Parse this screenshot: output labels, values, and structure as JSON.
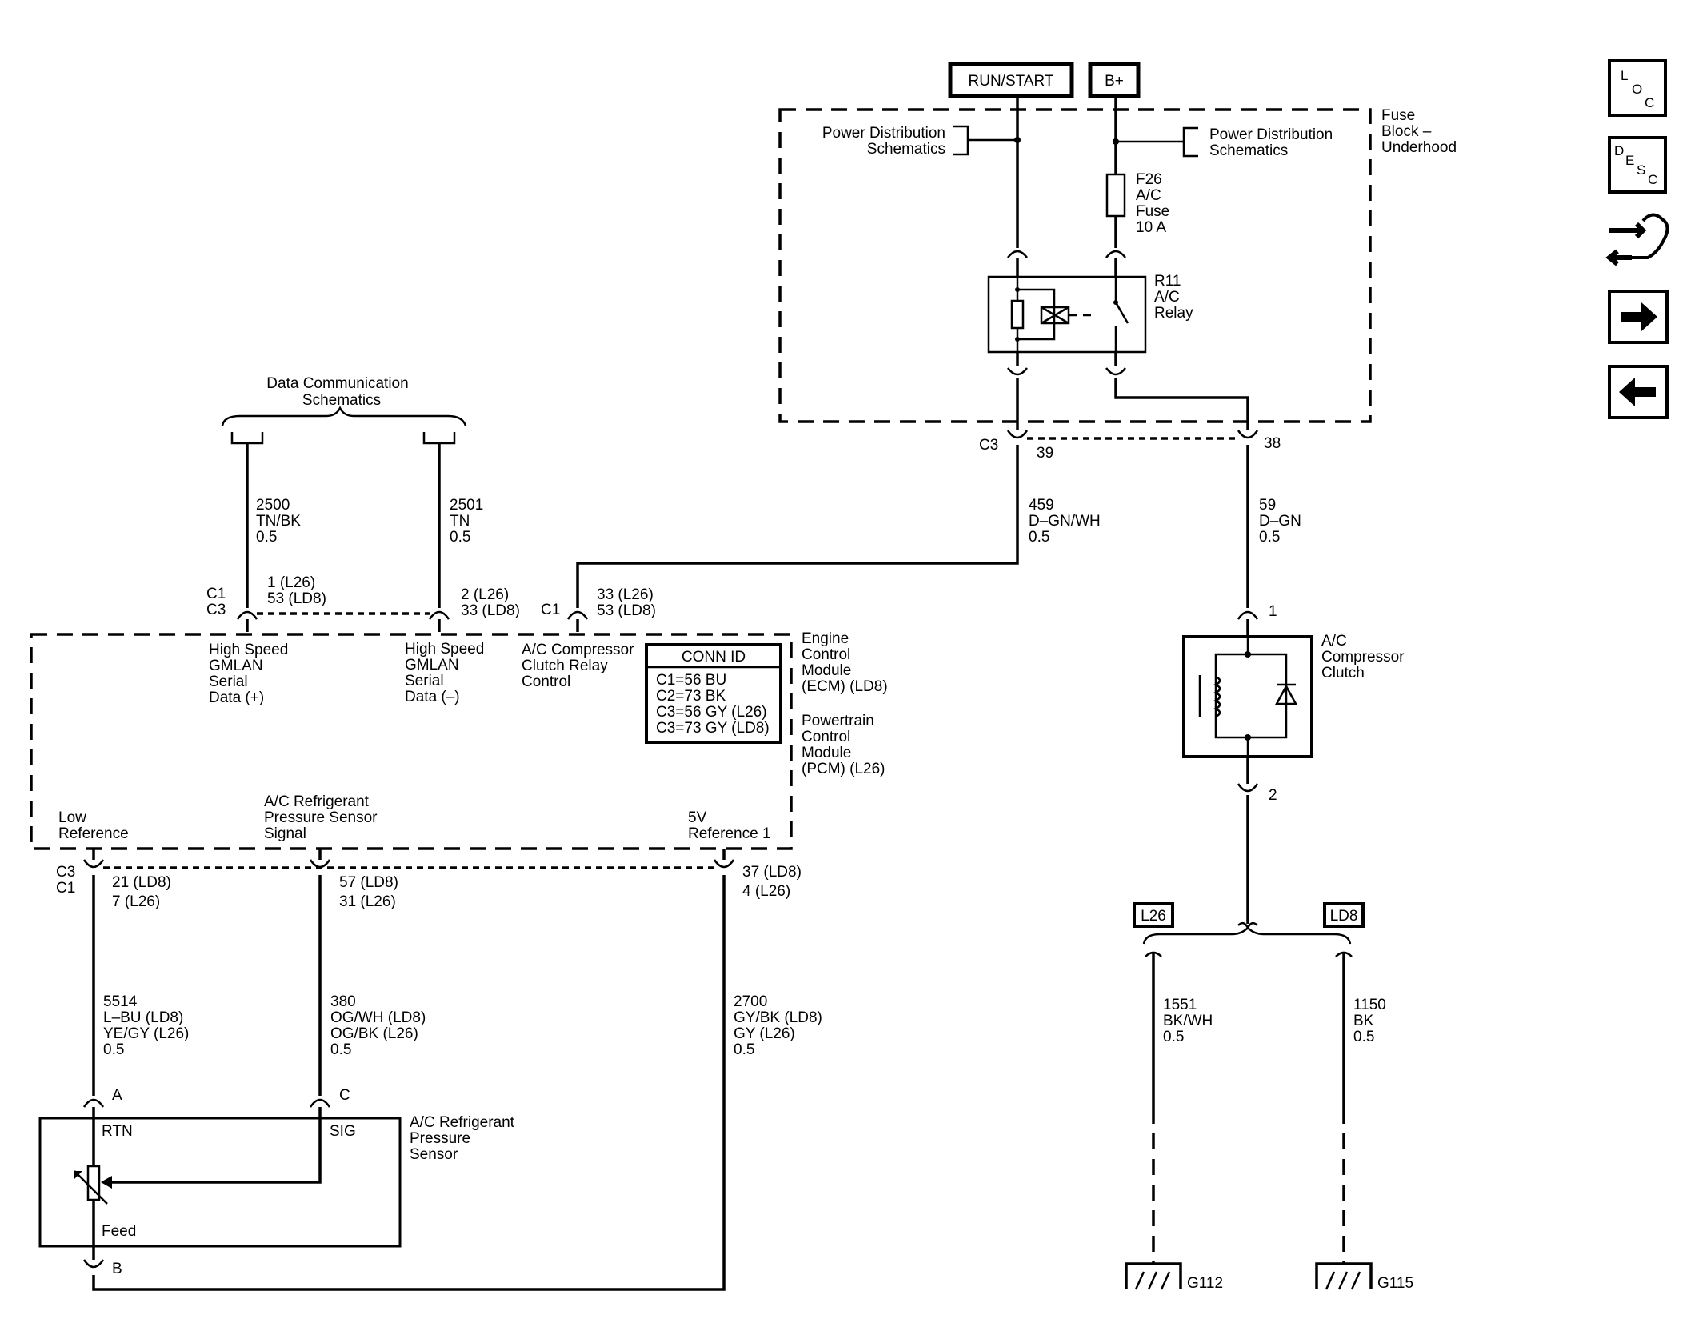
{
  "power": {
    "run_start": "RUN/START",
    "bplus": "B+"
  },
  "fuse_block": {
    "title": [
      "Fuse",
      "Block –",
      "Underhood"
    ],
    "pds_left": [
      "Power Distribution",
      "Schematics"
    ],
    "pds_right": [
      "Power Distribution",
      "Schematics"
    ],
    "fuse": [
      "F26",
      "A/C",
      "Fuse",
      "10 A"
    ],
    "relay": [
      "R11",
      "A/C",
      "Relay"
    ],
    "connector": "C3",
    "pin39": "39",
    "pin38": "38"
  },
  "data_comm": {
    "title": [
      "Data Communication",
      "Schematics"
    ]
  },
  "wires": {
    "w2500": [
      "2500",
      "TN/BK",
      "0.5"
    ],
    "w2501": [
      "2501",
      "TN",
      "0.5"
    ],
    "w459": [
      "459",
      "D–GN/WH",
      "0.5"
    ],
    "w59": [
      "59",
      "D–GN",
      "0.5"
    ],
    "w5514": [
      "5514",
      "L–BU (LD8)",
      "YE/GY (L26)",
      "0.5"
    ],
    "w380": [
      "380",
      "OG/WH (LD8)",
      "OG/BK (L26)",
      "0.5"
    ],
    "w2700": [
      "2700",
      "GY/BK (LD8)",
      "GY (L26)",
      "0.5"
    ],
    "w1551": [
      "1551",
      "BK/WH",
      "0.5"
    ],
    "w1150": [
      "1150",
      "BK",
      "0.5"
    ]
  },
  "ecm_pins": {
    "hs_plus_conn": [
      "C1",
      "C3"
    ],
    "hs_plus_pins": [
      "1 (L26)",
      "53 (LD8)"
    ],
    "hs_minus_pins": [
      "2 (L26)",
      "33 (LD8)"
    ],
    "clutch_conn": "C1",
    "clutch_pins": [
      "33 (L26)",
      "53 (LD8)"
    ],
    "low_ref_conn": [
      "C3",
      "C1"
    ],
    "low_ref_pins": [
      "21 (LD8)",
      "7 (L26)"
    ],
    "sig_pins": [
      "57 (LD8)",
      "31 (L26)"
    ],
    "ref5v_pins": [
      "37 (LD8)",
      "4 (L26)"
    ]
  },
  "ecm": {
    "hs_plus": [
      "High Speed",
      "GMLAN",
      "Serial",
      "Data (+)"
    ],
    "hs_minus": [
      "High Speed",
      "GMLAN",
      "Serial",
      "Data (–)"
    ],
    "clutch_ctrl": [
      "A/C Compressor",
      "Clutch Relay",
      "Control"
    ],
    "conn_id_title": "CONN ID",
    "conn_id": [
      "C1=56 BU",
      "C2=73 BK",
      "C3=56 GY (L26)",
      "C3=73 GY (LD8)"
    ],
    "name_ecm": [
      "Engine",
      "Control",
      "Module",
      "(ECM) (LD8)"
    ],
    "name_pcm": [
      "Powertrain",
      "Control",
      "Module",
      "(PCM) (L26)"
    ],
    "low_ref": [
      "Low",
      "Reference"
    ],
    "sensor_signal": [
      "A/C Refrigerant",
      "Pressure Sensor",
      "Signal"
    ],
    "ref5v": [
      "5V",
      "Reference 1"
    ]
  },
  "sensor": {
    "name": [
      "A/C Refrigerant",
      "Pressure",
      "Sensor"
    ],
    "rtn": "RTN",
    "sig": "SIG",
    "feed": "Feed",
    "pin_a": "A",
    "pin_c": "C",
    "pin_b": "B"
  },
  "clutch": {
    "name": [
      "A/C",
      "Compressor",
      "Clutch"
    ],
    "pin1": "1",
    "pin2": "2"
  },
  "ground": {
    "l26": "L26",
    "ld8": "LD8",
    "g112": "G112",
    "g115": "G115"
  },
  "nav": {
    "loc": [
      "L",
      "O",
      "C"
    ],
    "desc": [
      "D",
      "E",
      "S",
      "C"
    ]
  }
}
